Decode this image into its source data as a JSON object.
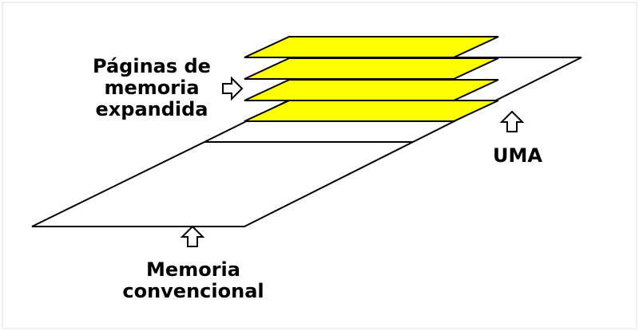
{
  "diagram": {
    "labels": {
      "expanded_pages_line1": "Páginas de",
      "expanded_pages_line2": "memoria",
      "expanded_pages_line3": "expandida",
      "uma": "UMA",
      "conventional_line1": "Memoria",
      "conventional_line2": "convencional"
    },
    "colors": {
      "page_fill": "#ffff00",
      "memory_fill": "#ffffff",
      "outline": "#000000",
      "background": "#ffffff"
    },
    "expanded_page_count": 4
  }
}
